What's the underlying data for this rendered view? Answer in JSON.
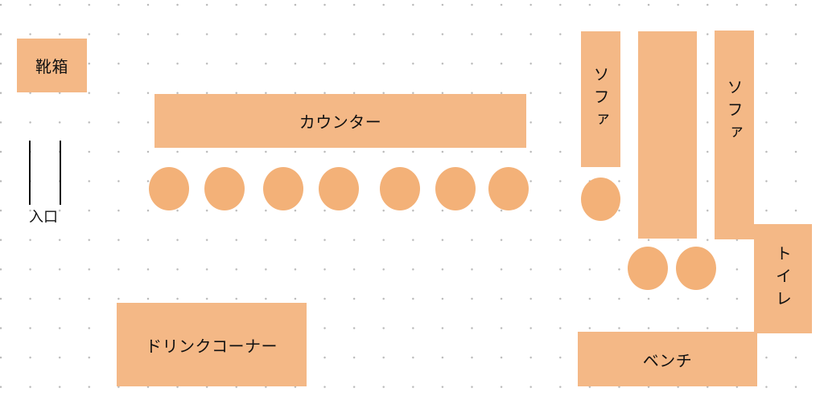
{
  "colors": {
    "furniture": "#F4B886",
    "stool": "#F3B178",
    "text": "#111111",
    "grid_dot": "#B8B8B8",
    "background": "#FFFFFF"
  },
  "labels": {
    "shoe_box": "靴箱",
    "entrance": "入口",
    "counter": "カウンター",
    "sofa_left": "ソファ",
    "sofa_right": "ソファ",
    "toilet": "トイレ",
    "bench": "ベンチ",
    "drink_corner": "ドリンクコーナー"
  },
  "table_label": "",
  "stools": {
    "counter_count": 7,
    "sofa_area_count": 3
  }
}
